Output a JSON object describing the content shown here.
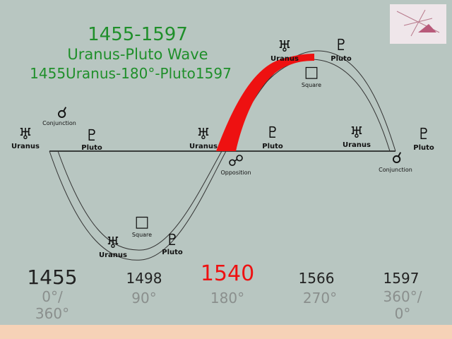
{
  "title": {
    "years": "1455-1597",
    "name": "Uranus-Pluto Wave",
    "aspect": "1455Uranus-180°-Pluto1597"
  },
  "colors": {
    "title_green": "#1f8f2a",
    "highlight_red": "#ee1111",
    "background": "#b8c6c1",
    "footer": "#f6d2b7"
  },
  "symbols": {
    "uranus": "♅",
    "pluto": "♇",
    "conjunction": "☌",
    "opposition": "☍",
    "square": "□"
  },
  "labels": {
    "uranus": "Uranus",
    "pluto": "Pluto",
    "conjunction": "Conjunction",
    "opposition": "Opposition",
    "square": "Square"
  },
  "timeline": [
    {
      "year": "1455",
      "degree": "0°/\n360°",
      "highlight": false
    },
    {
      "year": "1498",
      "degree": "90°",
      "highlight": false
    },
    {
      "year": "1540",
      "degree": "180°",
      "highlight": true
    },
    {
      "year": "1566",
      "degree": "270°",
      "highlight": false
    },
    {
      "year": "1597",
      "degree": "360°/\n0°",
      "highlight": false
    }
  ]
}
